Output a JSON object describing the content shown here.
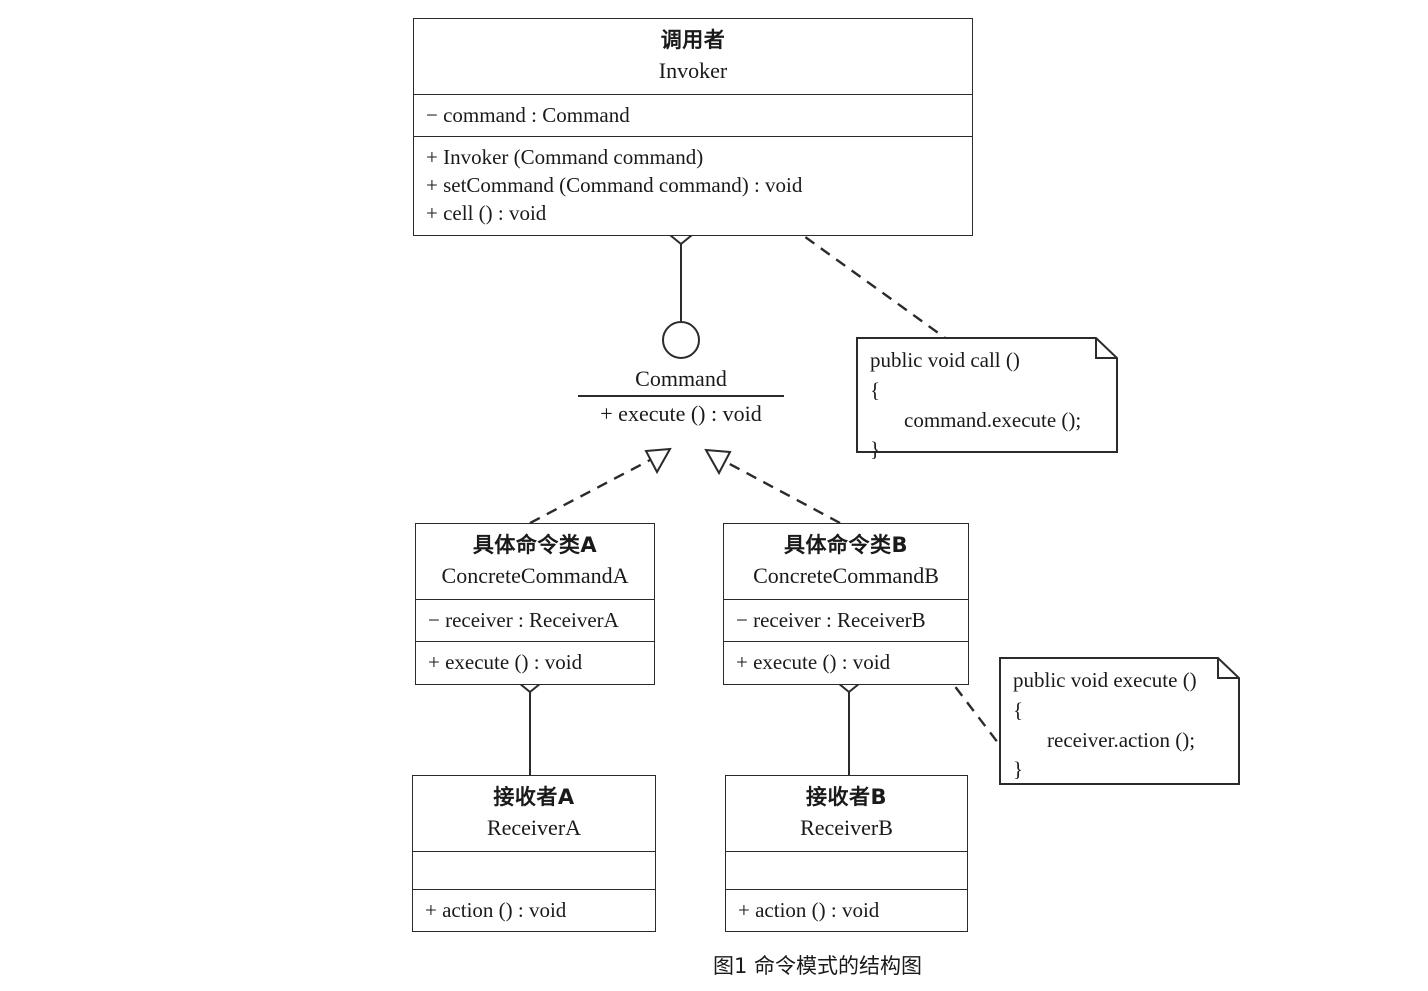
{
  "diagram": {
    "title_caption": "图1 命令模式的结构图",
    "ink_color": "#2b2b2b",
    "background_color": "#ffffff"
  },
  "classes": {
    "invoker": {
      "name_zh": "调用者",
      "name_en": "Invoker",
      "attributes": [
        "− command : Command"
      ],
      "operations": [
        "+ Invoker (Command command)",
        "+ setCommand (Command command) : void",
        "+ cell () : void"
      ]
    },
    "concrete_command_a": {
      "name_zh": "具体命令类A",
      "name_en": "ConcreteCommandA",
      "attributes": [
        "− receiver : ReceiverA"
      ],
      "operations": [
        "+ execute () : void"
      ]
    },
    "concrete_command_b": {
      "name_zh": "具体命令类B",
      "name_en": "ConcreteCommandB",
      "attributes": [
        "− receiver : ReceiverB"
      ],
      "operations": [
        "+ execute () : void"
      ]
    },
    "receiver_a": {
      "name_zh": "接收者A",
      "name_en": "ReceiverA",
      "attributes": [],
      "operations": [
        "+ action () : void"
      ]
    },
    "receiver_b": {
      "name_zh": "接收者B",
      "name_en": "ReceiverB",
      "attributes": [],
      "operations": [
        "+ action () : void"
      ]
    }
  },
  "interface": {
    "name": "Command",
    "operation": "+ execute () : void"
  },
  "notes": {
    "call_note": {
      "lines": [
        "public void call ()",
        "{",
        "command.execute ();",
        "}"
      ]
    },
    "execute_note": {
      "lines": [
        "public void execute ()",
        "{",
        "receiver.action ();",
        "}"
      ]
    }
  },
  "relations": [
    {
      "name": "invoker-aggregates-command",
      "type": "aggregation",
      "from": "Invoker",
      "to": "Command"
    },
    {
      "name": "concrete-command-a-realizes-command",
      "type": "realization",
      "from": "ConcreteCommandA",
      "to": "Command"
    },
    {
      "name": "concrete-command-b-realizes-command",
      "type": "realization",
      "from": "ConcreteCommandB",
      "to": "Command"
    },
    {
      "name": "concrete-command-a-aggregates-receiver-a",
      "type": "aggregation",
      "from": "ConcreteCommandA",
      "to": "ReceiverA"
    },
    {
      "name": "concrete-command-b-aggregates-receiver-b",
      "type": "aggregation",
      "from": "ConcreteCommandB",
      "to": "ReceiverB"
    },
    {
      "name": "invoker-call-note-anchor",
      "type": "note-anchor",
      "from": "Invoker",
      "to": "call_note"
    },
    {
      "name": "concrete-command-b-execute-note-anchor",
      "type": "note-anchor",
      "from": "ConcreteCommandB",
      "to": "execute_note"
    }
  ]
}
